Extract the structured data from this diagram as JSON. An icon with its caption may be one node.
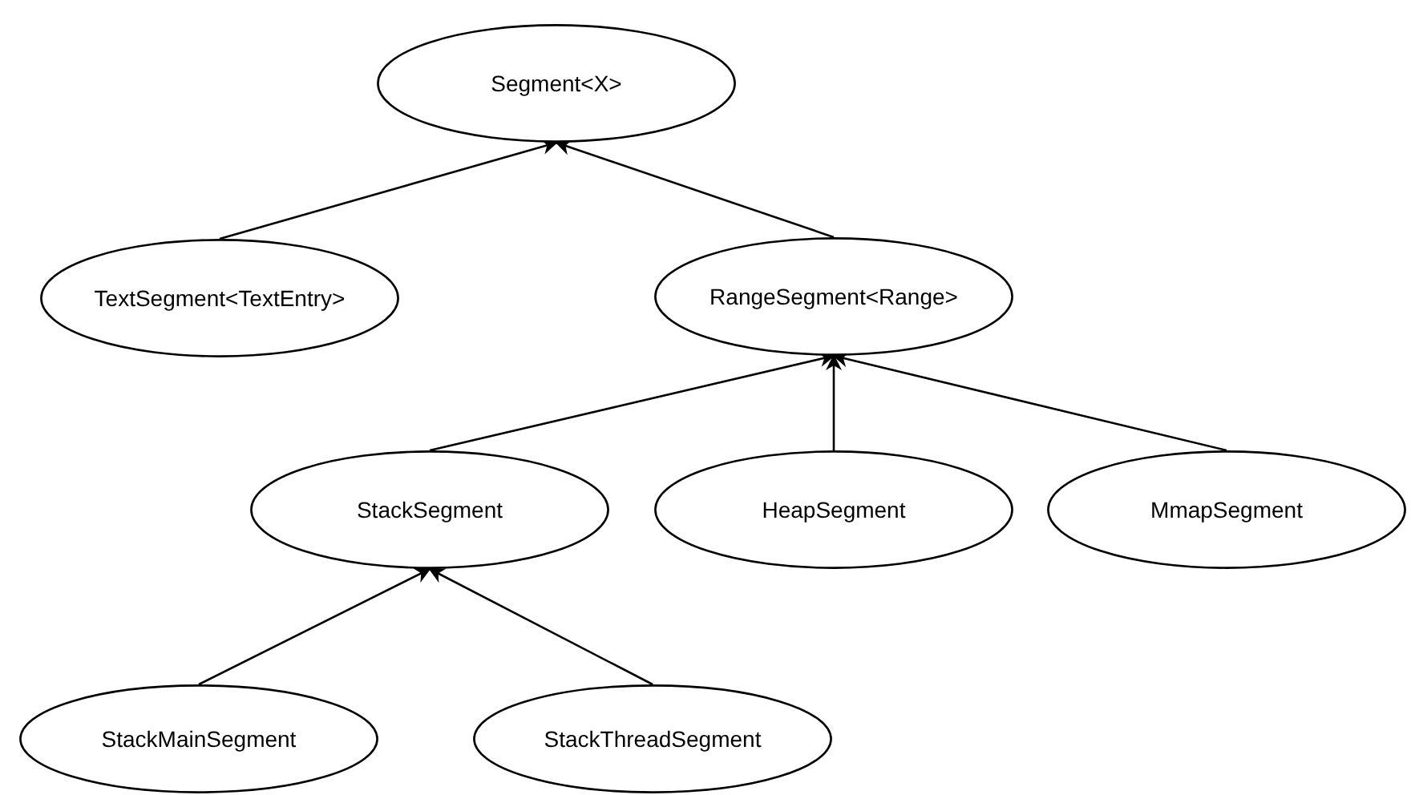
{
  "diagram": {
    "nodes": [
      {
        "text": [
          "Segment<X>"
        ]
      },
      {
        "text": [
          "TextSegment<TextEntry>"
        ]
      },
      {
        "text": [
          "RangeSegment<Range>"
        ]
      },
      {
        "text": [
          "StackSegment"
        ]
      },
      {
        "text": [
          "HeapSegment"
        ]
      },
      {
        "text": [
          "MmapSegment"
        ]
      },
      {
        "text": [
          "StackMainSegment"
        ]
      },
      {
        "text": [
          "StackThreadSegment"
        ]
      }
    ],
    "edges": [
      {
        "from": 1,
        "to": 0,
        "arrow": "to"
      },
      {
        "from": 2,
        "to": 0,
        "arrow": "to"
      },
      {
        "from": 3,
        "to": 2,
        "arrow": "to"
      },
      {
        "from": 4,
        "to": 2,
        "arrow": "to"
      },
      {
        "from": 5,
        "to": 2,
        "arrow": "to"
      },
      {
        "from": 6,
        "to": 3,
        "arrow": "to"
      },
      {
        "from": 7,
        "to": 3,
        "arrow": "to"
      }
    ]
  }
}
